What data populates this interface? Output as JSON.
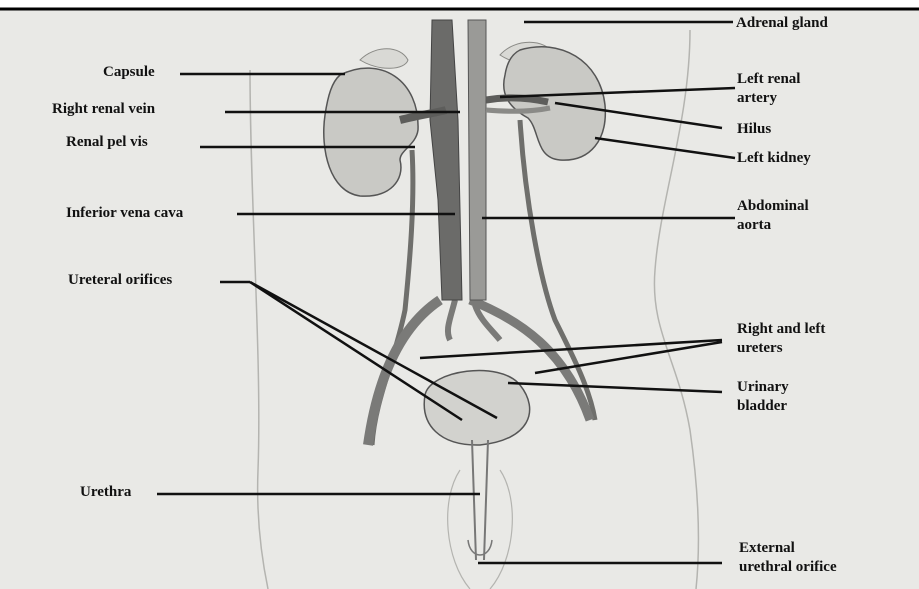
{
  "labels": {
    "adrenal_gland": "Adrenal gland",
    "capsule": "Capsule",
    "right_renal_vein": "Right renal vein",
    "left_renal_artery_1": "Left renal",
    "left_renal_artery_2": "artery",
    "renal_pelvis": "Renal pel vis",
    "hilus": "Hilus",
    "left_kidney": "Left kidney",
    "inferior_vena_cava": "Inferior vena cava",
    "abdominal_aorta_1": "Abdominal",
    "abdominal_aorta_2": "aorta",
    "ureteral_orifices": "Ureteral orifices",
    "ureters_1": "Right and left",
    "ureters_2": "ureters",
    "urinary_bladder_1": "Urinary",
    "urinary_bladder_2": "bladder",
    "urethra": "Urethra",
    "external_orifice_1": "External",
    "external_orifice_2": "urethral orifice"
  },
  "colors": {
    "background": "#e9e9e6",
    "organ": "#c9c9c5",
    "vessel": "#7a7a78",
    "outline": "#555555",
    "leader": "#111111",
    "text": "#111111"
  }
}
